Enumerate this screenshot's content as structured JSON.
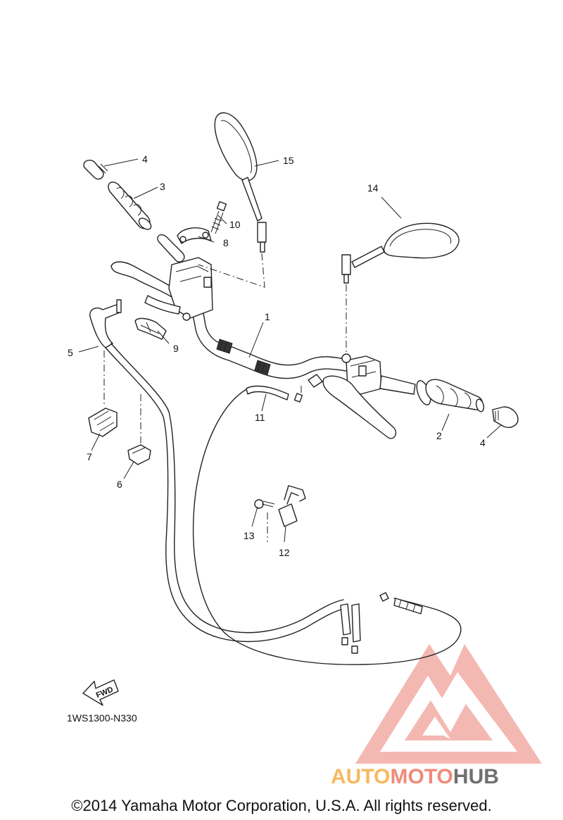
{
  "diagram": {
    "callouts": [
      "1",
      "2",
      "3",
      "4",
      "4",
      "5",
      "6",
      "7",
      "8",
      "9",
      "10",
      "11",
      "12",
      "13",
      "14",
      "15"
    ],
    "fwd_label": "FWD",
    "drawing_code": "1WS1300-N330",
    "copyright": "©2014 Yamaha Motor Corporation, U.S.A. All rights reserved."
  },
  "watermark": {
    "part1": "AUTO",
    "part2": "MOTO",
    "part3": "HUB",
    "colors": {
      "auto": "#f6b960",
      "moto": "#f08a7a",
      "hub": "#707070",
      "logo": "#f2a7a0"
    }
  }
}
